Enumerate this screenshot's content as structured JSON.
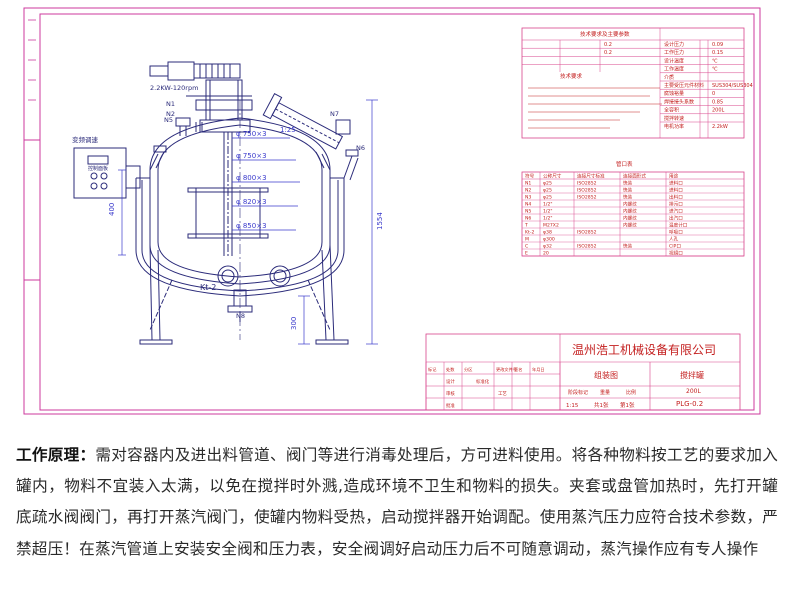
{
  "drawing": {
    "motor_label": "2.2KW-120rpm",
    "control_box_label": "变频调速",
    "control_panel_label": "控制面板",
    "nozzle_labels": [
      "N1",
      "N2",
      "N5",
      "N6",
      "N7",
      "N8"
    ],
    "kt_label": "Kt-2",
    "dim_labels": [
      "400",
      "1554",
      "300",
      "φ 750×3",
      "φ 750×3",
      "φ 800×3",
      "φ 820×3",
      "φ 850×3",
      "1:25"
    ],
    "tech_table_title": "技术要求及主要参数",
    "tech_rows": [
      [
        "",
        "设计压力",
        "0.2",
        "0.09"
      ],
      [
        "",
        "工作压力",
        "0.2",
        "0.15"
      ],
      [
        "",
        "设计温度",
        "",
        "℃"
      ],
      [
        "",
        "工作温度",
        "",
        "℃"
      ],
      [
        "",
        "介质",
        "",
        ""
      ],
      [
        "",
        "主要受压元件材料",
        "",
        "SUS304/SUS304"
      ],
      [
        "",
        "腐蚀裕量",
        "",
        "0"
      ],
      [
        "",
        "焊接接头系数",
        "",
        "0.85"
      ],
      [
        "",
        "全容积",
        "",
        "200L"
      ],
      [
        "",
        "搅拌转速",
        "",
        ""
      ],
      [
        "",
        "电机功率",
        "",
        "2.2kW"
      ]
    ],
    "tech_notes_title": "技术要求",
    "nozzle_table_title": "管口表",
    "nozzle_table_header": [
      "符号",
      "公称尺寸",
      "连接尺寸标准",
      "连接面形式",
      "用途"
    ],
    "nozzle_rows": [
      [
        "N1",
        "φ25",
        "ISO2852",
        "快装",
        "进料口"
      ],
      [
        "N2",
        "φ25",
        "ISO2852",
        "快装",
        "进料口"
      ],
      [
        "N3",
        "φ25",
        "ISO2852",
        "快装",
        "出料口"
      ],
      [
        "N4",
        "1/2\"",
        "",
        "内螺纹",
        "排污口"
      ],
      [
        "N5",
        "1/2\"",
        "",
        "内螺纹",
        "进汽口"
      ],
      [
        "N6",
        "1/2\"",
        "",
        "内螺纹",
        "出汽口"
      ],
      [
        "T",
        "M27X2",
        "",
        "内螺纹",
        "温度计口"
      ],
      [
        "Kt-2",
        "φ38",
        "ISO2852",
        "",
        "呼吸口"
      ],
      [
        "M",
        "φ300",
        "",
        "",
        "人孔"
      ],
      [
        "C",
        "φ32",
        "ISO2852",
        "快装",
        "CIP口"
      ],
      [
        "E",
        "20",
        "",
        "",
        "视镜口"
      ]
    ],
    "company": "温州浩工机械设备有限公司",
    "drawing_name": "组装图",
    "product_name": "搅拌罐",
    "capacity": "200L",
    "drawing_no": "PLG-0.2",
    "title_block_labels": [
      "标记",
      "处数",
      "分区",
      "更改文件号",
      "签名",
      "年月日",
      "设计",
      "标准化",
      "审核",
      "工艺",
      "批准",
      "阶段标记",
      "重量",
      "比例"
    ],
    "scale_text": "1:15",
    "sheet_text": "共1张",
    "sheet_no": "第1张"
  },
  "text": {
    "title": "工作原理：",
    "body": "需对容器内及进出料管道、阀门等进行消毒处理后，方可进料使用。将各种物料按工艺的要求加入罐内，物料不宜装入太满，以免在搅拌时外溅,造成环境不卫生和物料的损失。夹套或盘管加热时，先打开罐底疏水阀阀门，再打开蒸汽阀门，使罐内物料受热，启动搅拌器开始调配。使用蒸汽压力应符合技术参数，严禁超压！在蒸汽管道上安装安全阀和压力表，安全阀调好启动压力后不可随意调动，蒸汽操作应有专人操作"
  },
  "colors": {
    "drawing_line": "#2b2b7a",
    "frame_magenta": "#cc3a9e",
    "table_line": "#d8448c",
    "red_text": "#c42020",
    "blue_dim": "#3a3acc",
    "text": "#2a2a2a"
  }
}
